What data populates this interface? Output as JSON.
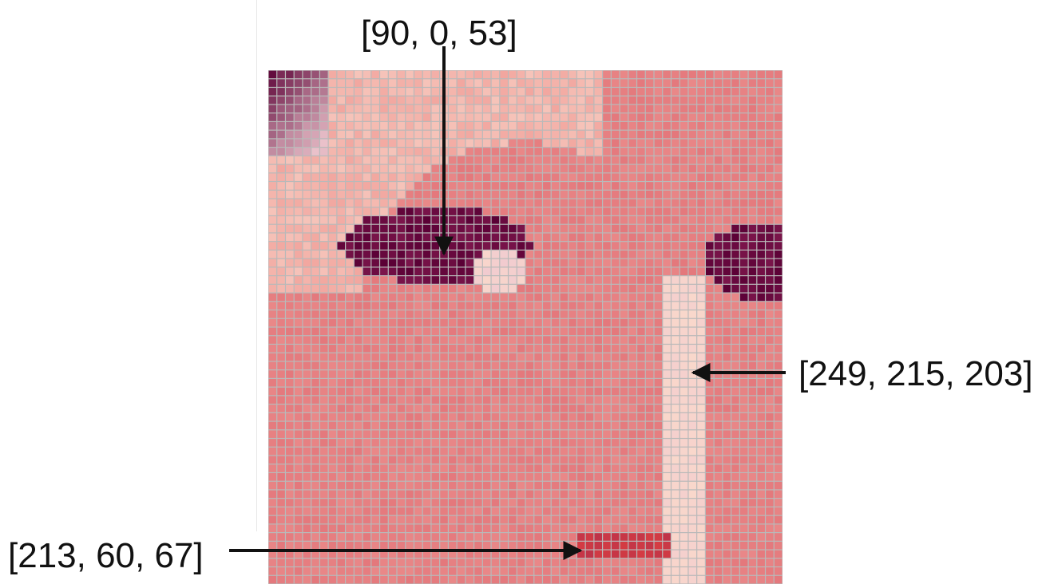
{
  "annotations": {
    "top": "[90, 0, 53]",
    "right": "[249, 215, 203]",
    "bottom": "[213, 60, 67]"
  },
  "colors": {
    "grid_line": "#b9b9b9",
    "arrow": "#111111",
    "dark_purple": "#5a0035",
    "skin_pink": "#e4787c",
    "light_cream": "#f9d7cb",
    "mid_red": "#d53c43"
  }
}
